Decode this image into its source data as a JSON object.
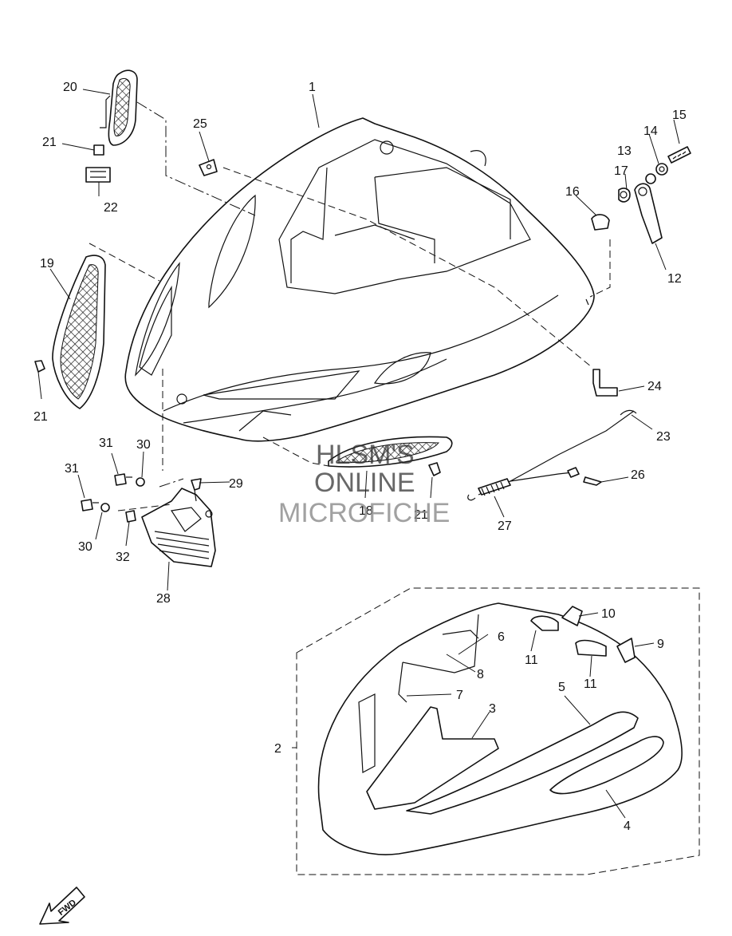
{
  "watermark": {
    "line1": "HLSM'S",
    "line2": "ONLINE",
    "line3": "MICROFICHE"
  },
  "direction_marker": {
    "label": "FWD",
    "icon": "arrow-fwd-icon"
  },
  "callouts": {
    "c1": "1",
    "c2": "2",
    "c3": "3",
    "c4": "4",
    "c5": "5",
    "c6": "6",
    "c7": "7",
    "c8": "8",
    "c9": "9",
    "c10": "10",
    "c11a": "11",
    "c11b": "11",
    "c12": "12",
    "c13": "13",
    "c14": "14",
    "c15": "15",
    "c16": "16",
    "c17": "17",
    "c18": "18",
    "c19": "19",
    "c20": "20",
    "c21a": "21",
    "c21b": "21",
    "c21c": "21",
    "c22": "22",
    "c23": "23",
    "c24": "24",
    "c25": "25",
    "c26": "26",
    "c27": "27",
    "c28": "28",
    "c29": "29",
    "c30a": "30",
    "c30b": "30",
    "c31a": "31",
    "c31b": "31",
    "c32": "32"
  },
  "colors": {
    "ink": "#111111",
    "paper": "#ffffff",
    "watermark": "#2e2e2e"
  }
}
